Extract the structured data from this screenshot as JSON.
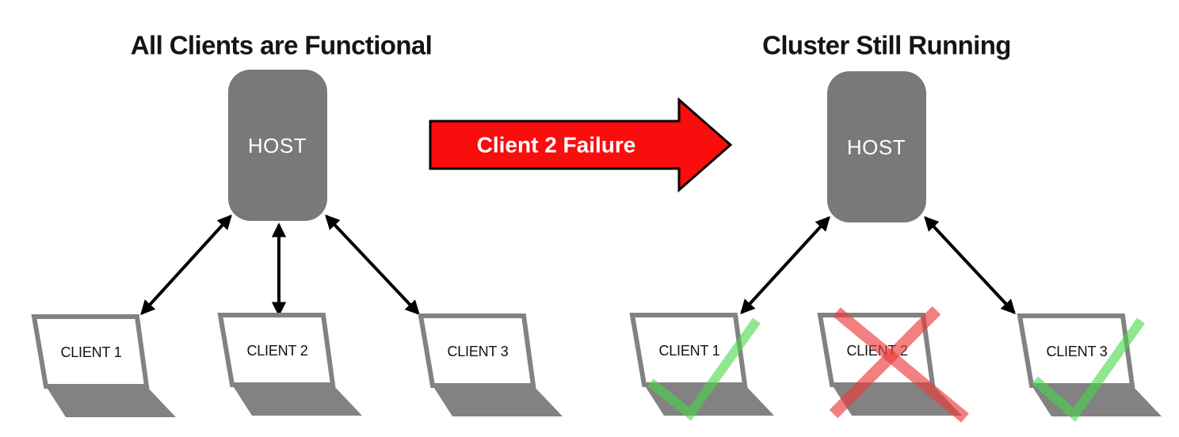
{
  "diagram": {
    "left_panel": {
      "title": "All Clients are Functional",
      "host": {
        "label": "HOST"
      },
      "clients": [
        {
          "label": "CLIENT 1"
        },
        {
          "label": "CLIENT 2"
        },
        {
          "label": "CLIENT 3"
        }
      ]
    },
    "transition_arrow": {
      "label": "Client 2 Failure"
    },
    "right_panel": {
      "title": "Cluster Still Running",
      "host": {
        "label": "HOST"
      },
      "clients": [
        {
          "label": "CLIENT 1",
          "status_icon": "check-icon"
        },
        {
          "label": "CLIENT 2",
          "status_icon": "cross-icon"
        },
        {
          "label": "CLIENT 3",
          "status_icon": "check-icon"
        }
      ]
    },
    "colors": {
      "failure_red": "#F90D0D",
      "arrow_outline": "#000000",
      "host_gray": "#797979",
      "laptop_gray": "#828282",
      "success_green": "rgba(70,215,70,0.6)",
      "failure_x": "rgba(235,60,60,0.65)",
      "title_black": "#141414",
      "host_text_white": "#FFFFFF"
    }
  }
}
